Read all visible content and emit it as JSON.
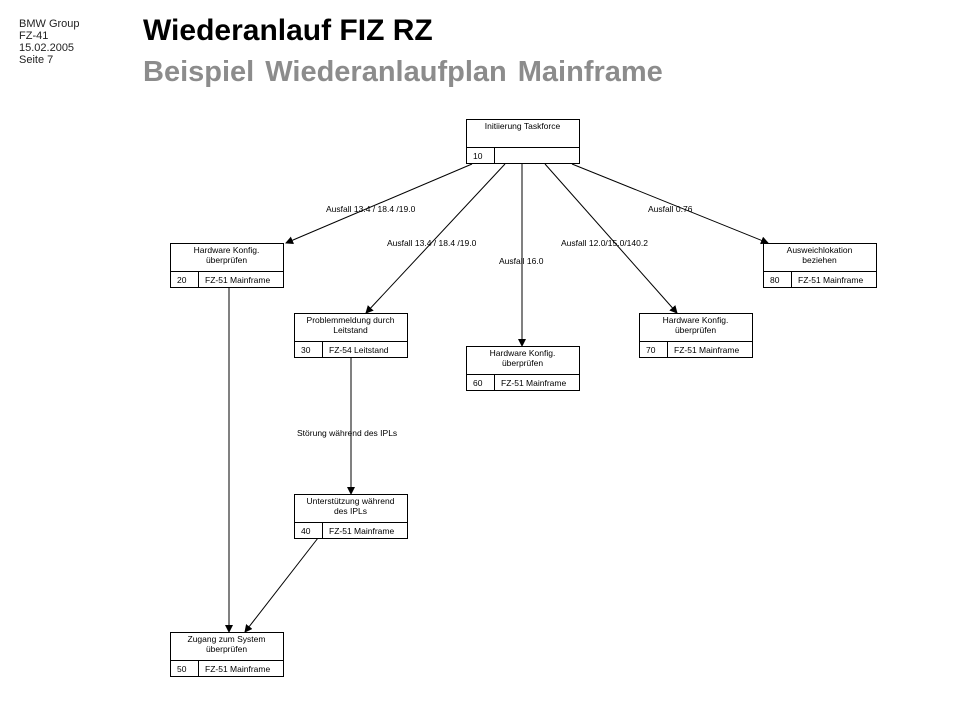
{
  "header": {
    "meta": [
      "BMW Group",
      "FZ-41",
      "15.02.2005",
      "Seite 7"
    ],
    "title": "Wiederanlauf FIZ RZ",
    "subtitle": "Beispiel Wiederanlaufplan Mainframe"
  },
  "nodes": [
    {
      "id": "n10",
      "name": [
        "Initiierung Taskforce"
      ],
      "number": "10",
      "owner": ""
    },
    {
      "id": "n20",
      "name": [
        "Hardware Konfig.",
        "überprüfen"
      ],
      "number": "20",
      "owner": "FZ-51 Mainframe"
    },
    {
      "id": "n30",
      "name": [
        "Problemmeldung durch",
        "Leitstand"
      ],
      "number": "30",
      "owner": "FZ-54 Leitstand"
    },
    {
      "id": "n40",
      "name": [
        "Unterstützung während",
        "des IPLs"
      ],
      "number": "40",
      "owner": "FZ-51 Mainframe"
    },
    {
      "id": "n50",
      "name": [
        "Zugang zum System",
        "überprüfen"
      ],
      "number": "50",
      "owner": "FZ-51 Mainframe"
    },
    {
      "id": "n60",
      "name": [
        "Hardware Konfig.",
        "überprüfen"
      ],
      "number": "60",
      "owner": "FZ-51 Mainframe"
    },
    {
      "id": "n70",
      "name": [
        "Hardware Konfig.",
        "überprüfen"
      ],
      "number": "70",
      "owner": "FZ-51 Mainframe"
    },
    {
      "id": "n80",
      "name": [
        "Ausweichlokation",
        "beziehen"
      ],
      "number": "80",
      "owner": "FZ-51 Mainframe"
    }
  ],
  "edges": [
    {
      "from": "n10",
      "to": "n20",
      "label": "Ausfall 13.4 / 18.4 /19.0"
    },
    {
      "from": "n10",
      "to": "n30",
      "label": "Ausfall 13.4 / 18.4 /19.0"
    },
    {
      "from": "n10",
      "to": "n60",
      "label": "Ausfall 16.0"
    },
    {
      "from": "n10",
      "to": "n70",
      "label": "Ausfall 12.0/15.0/140.2"
    },
    {
      "from": "n10",
      "to": "n80",
      "label": "Ausfall 0.76"
    },
    {
      "from": "n30",
      "to": "n40",
      "label": "Störung während des IPLs"
    },
    {
      "from": "n20",
      "to": "n50",
      "label": ""
    },
    {
      "from": "n40",
      "to": "n50",
      "label": ""
    }
  ]
}
